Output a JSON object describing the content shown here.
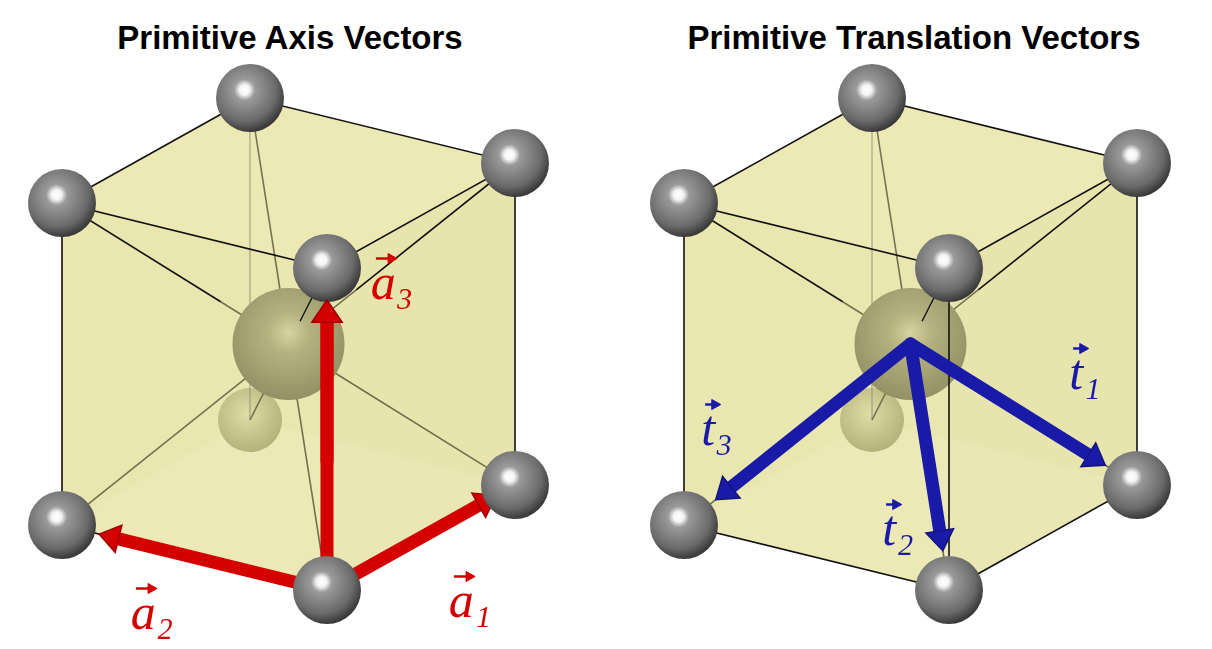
{
  "diagram": {
    "labels": [
      "Primitive Axis Vectors",
      "Primitive Translation Vectors",
      "a₃",
      "a₂",
      "a₁",
      "t₃",
      "t₂",
      "t₁"
    ]
  }
}
